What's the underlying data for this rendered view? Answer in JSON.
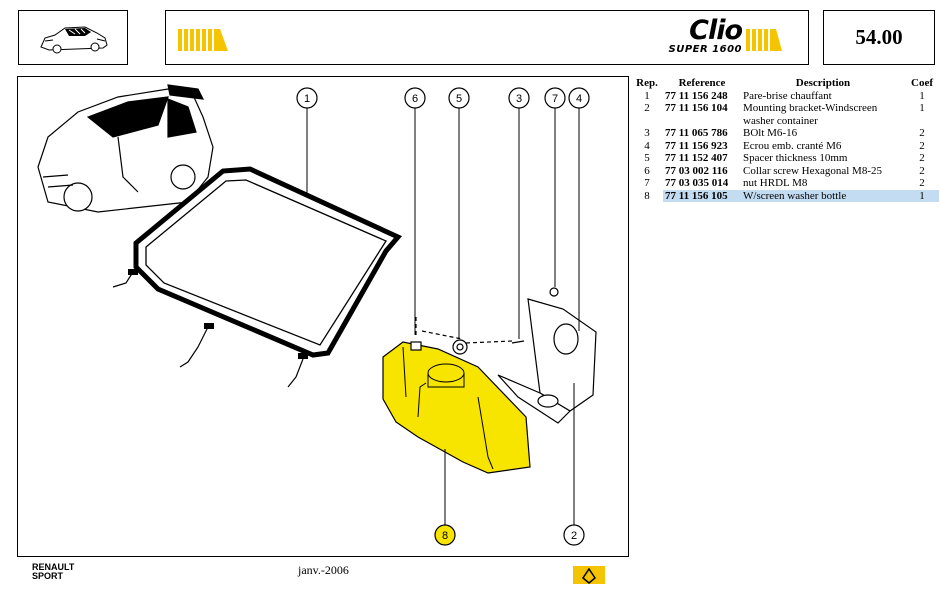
{
  "header": {
    "page_number": "54.00",
    "brand_name": "Clio",
    "brand_subtitle": "SUPER 1600",
    "accent_color": "#f5c400"
  },
  "table": {
    "columns": [
      "Rep.",
      "Reference",
      "Description",
      "Coef"
    ],
    "rows": [
      {
        "rep": "1",
        "reference": "77 11 156 248",
        "description": "Pare-brise chauffant",
        "coef": "1"
      },
      {
        "rep": "2",
        "reference": "77 11 156 104",
        "description": "Mounting bracket-Windscreen washer container",
        "coef": "1"
      },
      {
        "rep": "3",
        "reference": "77 11 065 786",
        "description": "BOlt M6-16",
        "coef": "2"
      },
      {
        "rep": "4",
        "reference": "77 11 156 923",
        "description": "Ecrou emb. cranté M6",
        "coef": "2"
      },
      {
        "rep": "5",
        "reference": "77 11 152 407",
        "description": "Spacer thickness 10mm",
        "coef": "2"
      },
      {
        "rep": "6",
        "reference": "77 03 002 116",
        "description": "Collar screw Hexagonal M8-25",
        "coef": "2"
      },
      {
        "rep": "7",
        "reference": "77 03 035 014",
        "description": "nut HRDL M8",
        "coef": "2"
      },
      {
        "rep": "8",
        "reference": "77 11 156 105",
        "description": "W/screen washer bottle",
        "coef": "1"
      }
    ],
    "selected_rep": "8"
  },
  "diagram": {
    "callouts": [
      "1",
      "6",
      "5",
      "3",
      "7",
      "4",
      "8",
      "2"
    ],
    "highlight_color": "#f7e500"
  },
  "footer": {
    "brand_line1": "RENAULT",
    "brand_line2": "SPORT",
    "date": "janv.-2006"
  }
}
